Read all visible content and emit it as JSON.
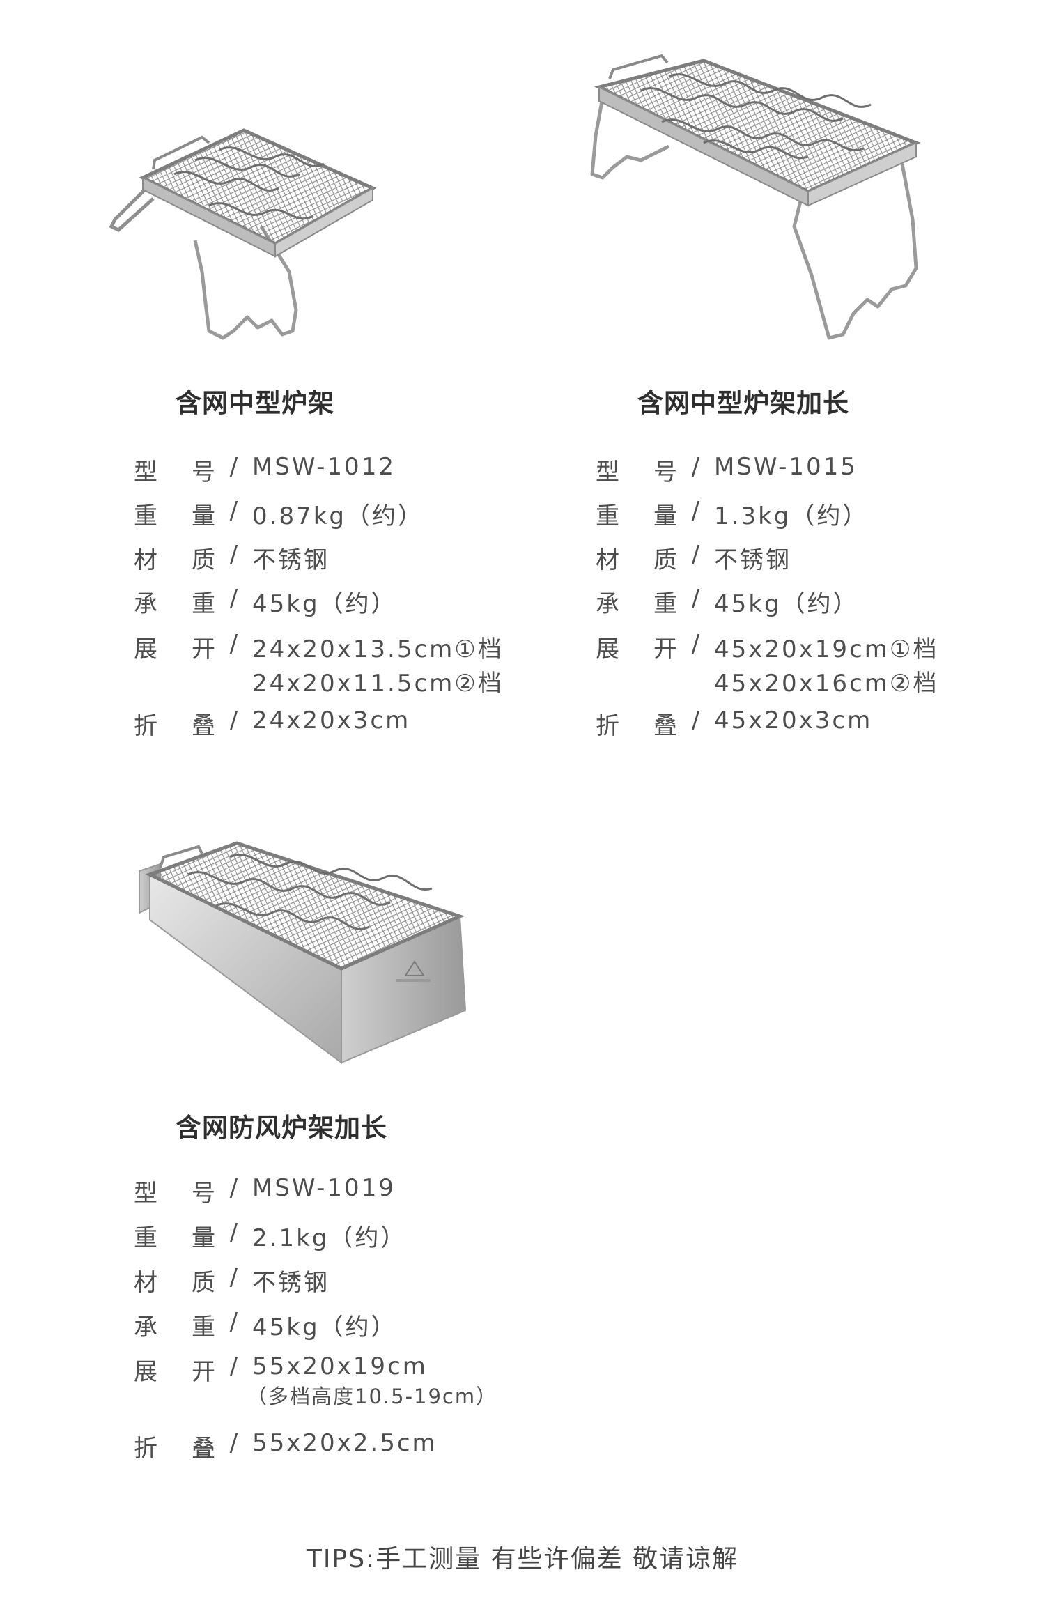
{
  "products": [
    {
      "title": "含网中型炉架",
      "specs": [
        {
          "label_a": "型",
          "label_b": "号",
          "sep": "/",
          "value": "MSW-1012"
        },
        {
          "label_a": "重",
          "label_b": "量",
          "sep": "/",
          "value": "0.87kg（约）"
        },
        {
          "label_a": "材",
          "label_b": "质",
          "sep": "/",
          "value": "不锈钢"
        },
        {
          "label_a": "承",
          "label_b": "重",
          "sep": "/",
          "value": "45kg（约）"
        },
        {
          "label_a": "展",
          "label_b": "开",
          "sep": "/",
          "value": "24x20x13.5cm①档",
          "value2": "24x20x11.5cm②档"
        },
        {
          "label_a": "折",
          "label_b": "叠",
          "sep": "/",
          "value": "24x20x3cm"
        }
      ]
    },
    {
      "title": "含网中型炉架加长",
      "specs": [
        {
          "label_a": "型",
          "label_b": "号",
          "sep": "/",
          "value": "MSW-1015"
        },
        {
          "label_a": "重",
          "label_b": "量",
          "sep": "/",
          "value": "1.3kg（约）"
        },
        {
          "label_a": "材",
          "label_b": "质",
          "sep": "/",
          "value": "不锈钢"
        },
        {
          "label_a": "承",
          "label_b": "重",
          "sep": "/",
          "value": "45kg（约）"
        },
        {
          "label_a": "展",
          "label_b": "开",
          "sep": "/",
          "value": "45x20x19cm①档",
          "value2": "45x20x16cm②档"
        },
        {
          "label_a": "折",
          "label_b": "叠",
          "sep": "/",
          "value": "45x20x3cm"
        }
      ]
    },
    {
      "title": "含网防风炉架加长",
      "specs": [
        {
          "label_a": "型",
          "label_b": "号",
          "sep": "/",
          "value": "MSW-1019"
        },
        {
          "label_a": "重",
          "label_b": "量",
          "sep": "/",
          "value": "2.1kg（约）"
        },
        {
          "label_a": "材",
          "label_b": "质",
          "sep": "/",
          "value": "不锈钢"
        },
        {
          "label_a": "承",
          "label_b": "重",
          "sep": "/",
          "value": "45kg（约）"
        },
        {
          "label_a": "展",
          "label_b": "开",
          "sep": "/",
          "value": "55x20x19cm",
          "value2": "（多档高度10.5-19cm）"
        },
        {
          "label_a": "折",
          "label_b": "叠",
          "sep": "/",
          "value": "55x20x2.5cm"
        }
      ]
    }
  ],
  "tips": "TIPS:手工测量 有些许偏差 敬请谅解",
  "colors": {
    "text": "#4d4d4d",
    "title": "#2e2e2e",
    "steel": "#9a9a9a"
  }
}
